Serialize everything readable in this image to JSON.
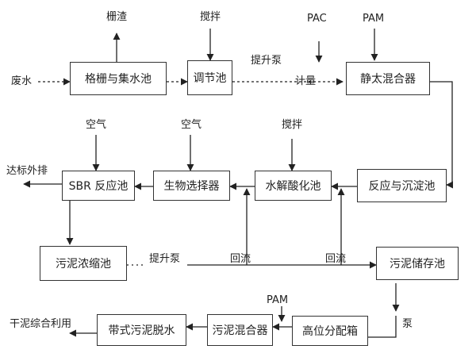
{
  "nodes": {
    "grid_tank": "格栅与集水池",
    "regulating_tank": "调节池",
    "static_mixer": "静太混合器",
    "sbr_tank": "SBR 反应池",
    "bio_selector": "生物选择器",
    "hydrolysis_tank": "水解酸化池",
    "reaction_sedimentation": "反应与沉淀池",
    "sludge_thickener": "污泥浓缩池",
    "sludge_storage": "污泥储存池",
    "belt_dewatering": "带式污泥脱水",
    "sludge_mixer": "污泥混合器",
    "high_distribution_box": "高位分配箱"
  },
  "labels": {
    "screenings": "栅渣",
    "stirring_top": "搅拌",
    "pac": "PAC",
    "pam_top": "PAM",
    "wastewater": "废水",
    "lift_pump_top": "提升泵",
    "metering": "计量",
    "air_1": "空气",
    "air_2": "空气",
    "stirring_mid": "搅拌",
    "discharge": "达标外排",
    "lift_pump_mid": "提升泵",
    "return_1": "回流",
    "return_2": "回流",
    "pam_bottom": "PAM",
    "pump": "泵",
    "dry_sludge": "干泥综合利用"
  }
}
